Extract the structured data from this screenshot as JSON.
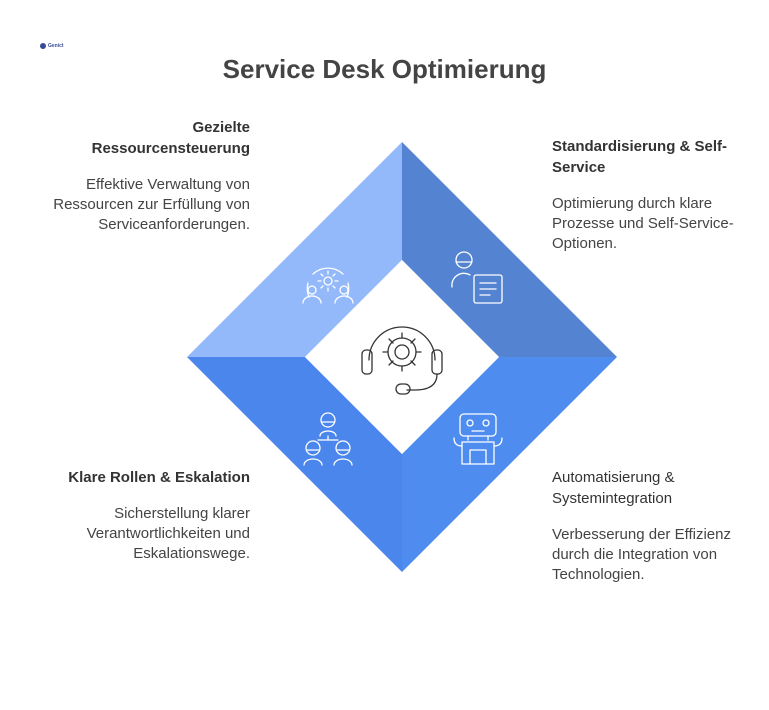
{
  "logo": {
    "text": "Genict"
  },
  "title": "Service Desk Optimierung",
  "quadrants": {
    "top_left": {
      "heading": "Gezielte Ressourcensteuerung",
      "text": "Effektive Verwaltung von Ressourcen zur Erfüllung von Serviceanforderungen.",
      "icon": "team-gear-icon",
      "color": "#93b9fa"
    },
    "top_right": {
      "heading": "Standardisierung & Self-Service",
      "text": "Optimierung durch klare Prozesse und Self-Service-Optionen.",
      "icon": "user-document-icon",
      "color": "#5483d1"
    },
    "bottom_left": {
      "heading": "Klare Rollen & Eskalation",
      "text": "Sicherstellung klarer Verantwortlichkeiten und Eskalationswege.",
      "icon": "hierarchy-people-icon",
      "color": "#4b86ec"
    },
    "bottom_right": {
      "heading": "Automatisierung & Systemintegration",
      "text": "Verbesserung der Effizienz durch die Integration von Technologien.",
      "icon": "robot-icon",
      "color": "#4e8cf0"
    }
  },
  "center": {
    "icon": "headset-gear-icon",
    "color": "#ffffff"
  }
}
